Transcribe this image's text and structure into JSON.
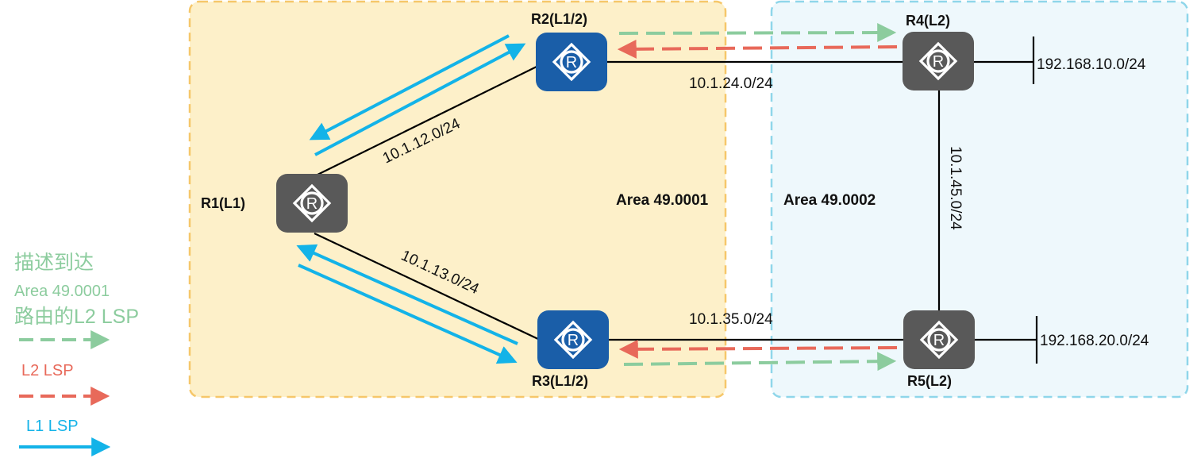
{
  "areas": [
    {
      "id": "area1",
      "label": "Area 49.0001",
      "fill": "#fdf0c9",
      "stroke": "#f6c76a"
    },
    {
      "id": "area2",
      "label": "Area 49.0002",
      "fill": "#eef8fc",
      "stroke": "#8fd6ea"
    }
  ],
  "routers": [
    {
      "id": "R1",
      "label": "R1(L1)",
      "icon": "router-icon",
      "color": "#595959"
    },
    {
      "id": "R2",
      "label": "R2(L1/2)",
      "icon": "router-icon",
      "color": "#1a5ea8"
    },
    {
      "id": "R3",
      "label": "R3(L1/2)",
      "icon": "router-icon",
      "color": "#1a5ea8"
    },
    {
      "id": "R4",
      "label": "R4(L2)",
      "icon": "router-icon",
      "color": "#595959"
    },
    {
      "id": "R5",
      "label": "R5(L2)",
      "icon": "router-icon",
      "color": "#595959"
    }
  ],
  "links": [
    {
      "id": "R1-R2",
      "subnet": "10.1.12.0/24"
    },
    {
      "id": "R1-R3",
      "subnet": "10.1.13.0/24"
    },
    {
      "id": "R2-R4",
      "subnet": "10.1.24.0/24"
    },
    {
      "id": "R3-R5",
      "subnet": "10.1.35.0/24"
    },
    {
      "id": "R4-R5",
      "subnet": "10.1.45.0/24"
    }
  ],
  "stub_networks": [
    {
      "router": "R4",
      "subnet": "192.168.10.0/24"
    },
    {
      "router": "R5",
      "subnet": "192.168.20.0/24"
    }
  ],
  "legend": {
    "l2_lsp_to_area1": {
      "lines": [
        "描述到达",
        "Area 49.0001",
        "路由的L2 LSP"
      ],
      "color": "#8ccc9e",
      "style": "dashed"
    },
    "l2_lsp": {
      "label": "L2 LSP",
      "color": "#e8695a",
      "style": "dashed"
    },
    "l1_lsp": {
      "label": "L1 LSP",
      "color": "#13b3e8",
      "style": "solid"
    }
  },
  "colors": {
    "link": "#000000",
    "l1_lsp": "#13b3e8",
    "l2_lsp": "#e8695a",
    "l2_area_lsp": "#8ccc9e"
  }
}
